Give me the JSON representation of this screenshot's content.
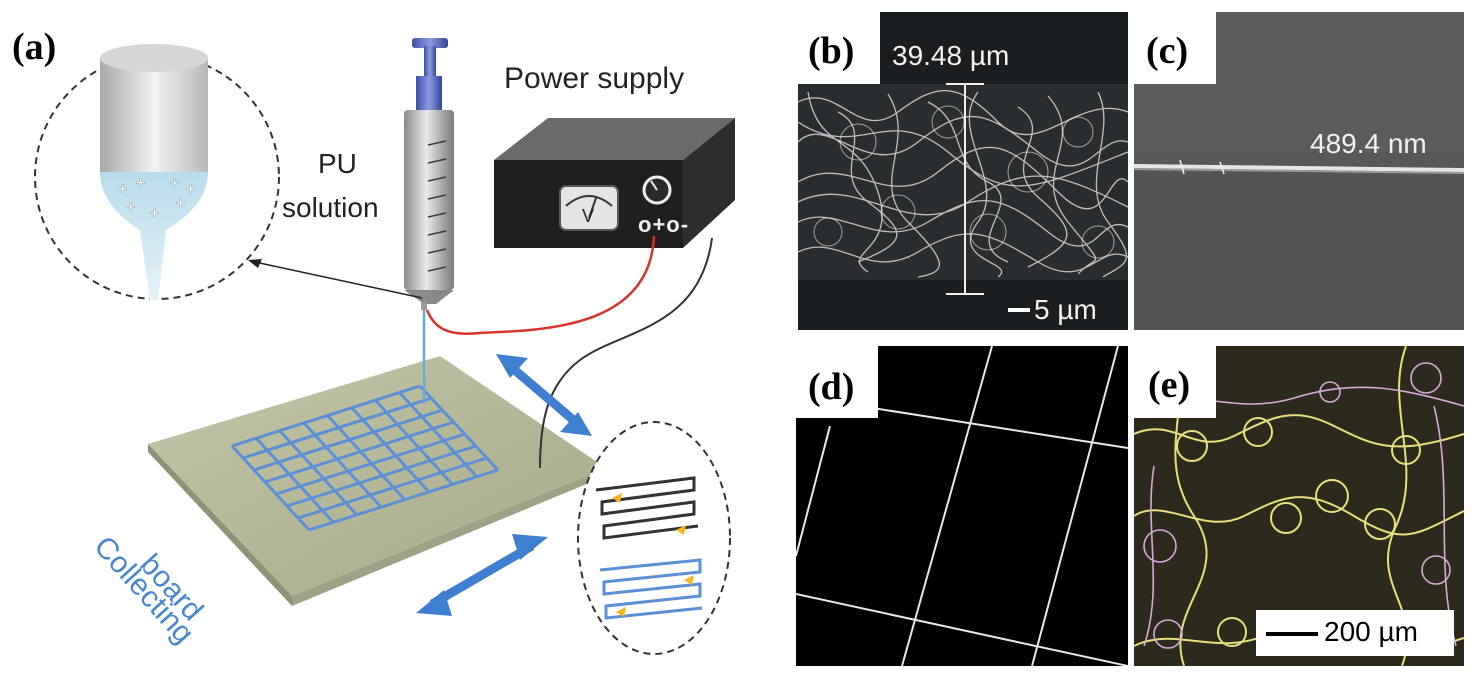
{
  "panels": {
    "a": {
      "label": "(a)",
      "power_supply": "Power supply",
      "solution_line1": "PU",
      "solution_line2": "solution",
      "voltmeter_symbol": "V",
      "terminals": "o+o-",
      "board_line1": "Collecting",
      "board_line2": "board",
      "icons": [
        "syringe-icon",
        "nozzle-icon",
        "power-supply-icon",
        "double-arrow-icon"
      ]
    },
    "b": {
      "label": "(b)",
      "measurement": "39.48 µm",
      "scale": "5 µm"
    },
    "c": {
      "label": "(c)",
      "measurement": "489.4 nm"
    },
    "d": {
      "label": "(d)"
    },
    "e": {
      "label": "(e)",
      "scale": "200 µm"
    }
  },
  "colors": {
    "wire_red": "#d9342b",
    "arrow_blue": "#3f7fd0",
    "board": "#b3b696",
    "grid_blue": "#5b8fd6",
    "loop_yellow": "#e8e07a",
    "loop_pink": "#d9a8d6"
  }
}
